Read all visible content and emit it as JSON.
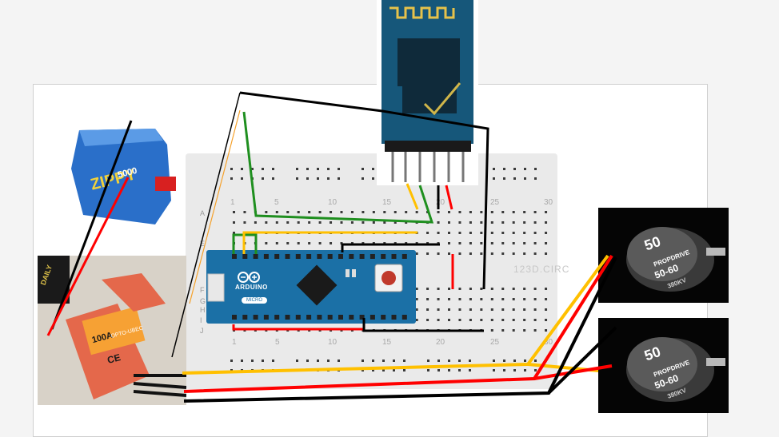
{
  "breadboard": {
    "column_numbers_top": [
      "1",
      "5",
      "10",
      "15",
      "20",
      "25",
      "30"
    ],
    "column_numbers_bottom": [
      "1",
      "5",
      "10",
      "15",
      "20",
      "25",
      "30"
    ],
    "row_letters_visible": [
      "A",
      "E",
      "F",
      "G",
      "H",
      "I",
      "J"
    ],
    "watermark": "123D.CIRC"
  },
  "arduino": {
    "brand": "ARDUINO",
    "model": "MICRO"
  },
  "battery": {
    "brand": "ZIPPY",
    "capacity": "5000"
  },
  "esc": {
    "label_top": "DAILY",
    "model": "100A",
    "type": "OPTO-UBEC",
    "marks": "CE"
  },
  "motors": [
    {
      "badge": "50",
      "brand": "PROPDRIVE",
      "model": "50-60",
      "kv": "380KV"
    },
    {
      "badge": "50",
      "brand": "PROPDRIVE",
      "model": "50-60",
      "kv": "380KV"
    }
  ],
  "colors": {
    "wire_black": "#000000",
    "wire_red": "#ff0000",
    "wire_yellow": "#ffc000",
    "wire_green": "#1f8f1f",
    "wire_orange": "#f5a12b",
    "arduino_blue": "#1b70a6",
    "breadboard": "#eaeaea"
  }
}
